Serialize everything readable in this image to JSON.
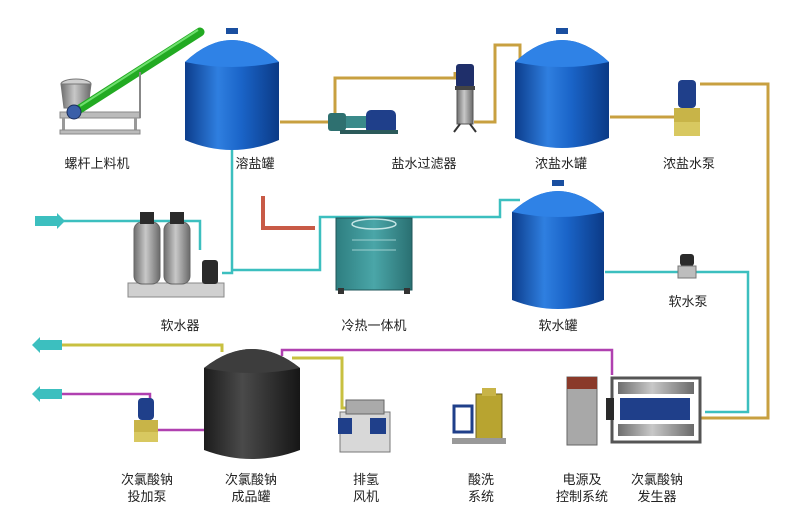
{
  "labels": {
    "screw_feeder": "螺杆上料机",
    "dissolve_tank": "溶盐罐",
    "brine_filter": "盐水过滤器",
    "conc_brine_tank": "浓盐水罐",
    "conc_brine_pump": "浓盐水泵",
    "softener": "软水器",
    "chiller": "冷热一体机",
    "soft_water_tank": "软水罐",
    "soft_water_pump": "软水泵",
    "dosing_pump_l1": "次氯酸钠",
    "dosing_pump_l2": "投加泵",
    "product_tank_l1": "次氯酸钠",
    "product_tank_l2": "成品罐",
    "h2_fan_l1": "排氢",
    "h2_fan_l2": "风机",
    "acid_wash_l1": "酸洗",
    "acid_wash_l2": "系统",
    "power_ctrl_l1": "电源及",
    "power_ctrl_l2": "控制系统",
    "generator_l1": "次氯酸钠",
    "generator_l2": "发生器"
  },
  "colors": {
    "brine_pipe": "#c8a040",
    "water_pipe": "#3cbfbf",
    "product_pipe": "#c8c040",
    "chlorine_pipe": "#b040b0",
    "tank_blue": "#1a64c8",
    "tank_black": "#333333",
    "feeder_green": "#22aa22"
  }
}
